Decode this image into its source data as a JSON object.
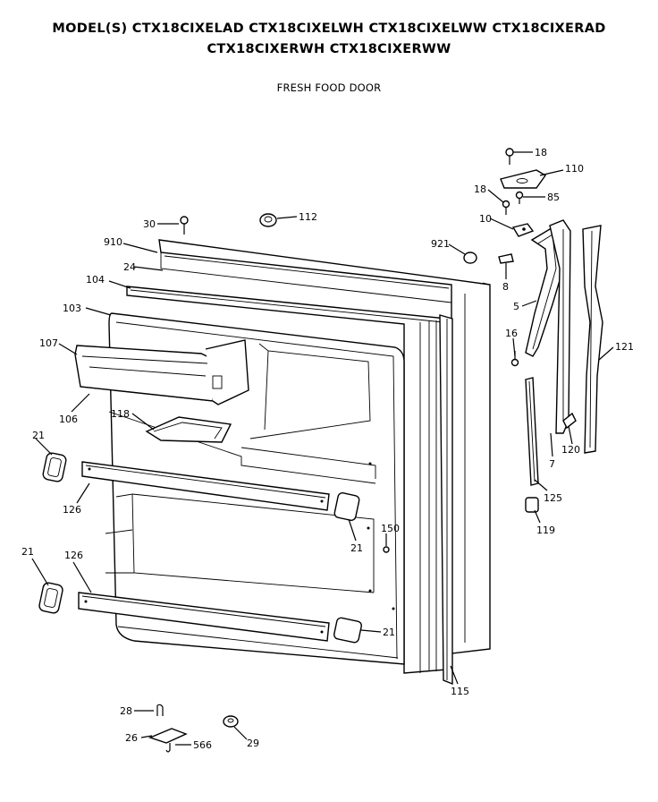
{
  "header": {
    "model_line_1": "MODEL(S) CTX18CIXELAD CTX18CIXELWH CTX18CIXELWW CTX18CIXERAD",
    "model_line_2": "CTX18CIXERWH CTX18CIXERWW",
    "section_title": "FRESH FOOD DOOR"
  },
  "callouts": {
    "c18a": "18",
    "c110": "110",
    "c18b": "18",
    "c85": "85",
    "c10": "10",
    "c30": "30",
    "c112": "112",
    "c910": "910",
    "c921": "921",
    "c24": "24",
    "c8": "8",
    "c104": "104",
    "c5": "5",
    "c103": "103",
    "c107": "107",
    "c16": "16",
    "c121": "121",
    "c106": "106",
    "c118": "118",
    "c21a": "21",
    "c120": "120",
    "c7": "7",
    "c125": "125",
    "c126a": "126",
    "c119": "119",
    "c150": "150",
    "c21b": "21",
    "c21c": "21",
    "c126b": "126",
    "c21d": "21",
    "c115": "115",
    "c28": "28",
    "c26": "26",
    "c566": "566",
    "c29": "29"
  }
}
